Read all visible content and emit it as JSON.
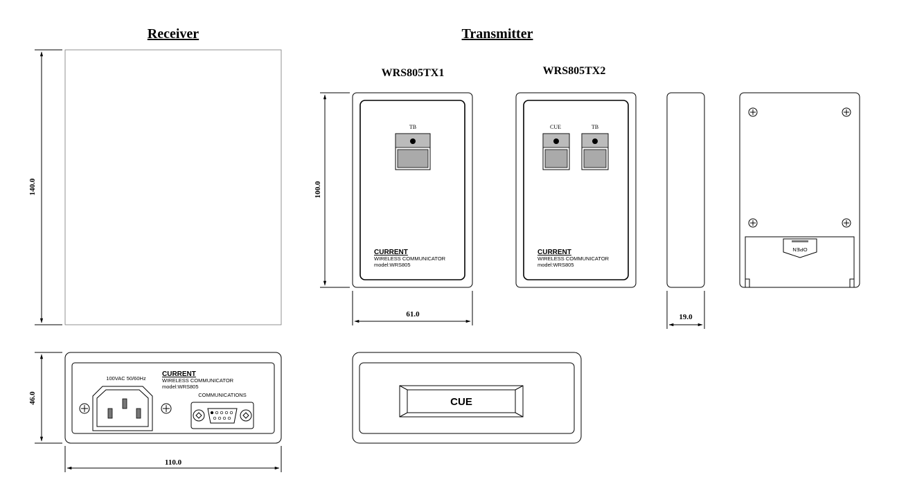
{
  "titles": {
    "receiver": "Receiver",
    "transmitter": "Transmitter"
  },
  "models": {
    "tx1": "WRS805TX1",
    "tx2": "WRS805TX2"
  },
  "dimensions": {
    "receiver_height": "140.0",
    "receiver_depth": "46.0",
    "receiver_width": "110.0",
    "tx_height": "100.0",
    "tx_width": "61.0",
    "tx_depth": "19.0"
  },
  "buttons": {
    "tb": "TB",
    "cue": "CUE"
  },
  "label": {
    "brand": "CURRENT",
    "product": "WIRELESS COMMUNICATOR",
    "model": "model:WRS805"
  },
  "receiver_panel": {
    "power": "100VAC 50/60Hz",
    "comms": "COMMUNICATIONS"
  },
  "battery": {
    "open": "OPEN"
  },
  "tx_bottom": {
    "cue": "CUE"
  }
}
